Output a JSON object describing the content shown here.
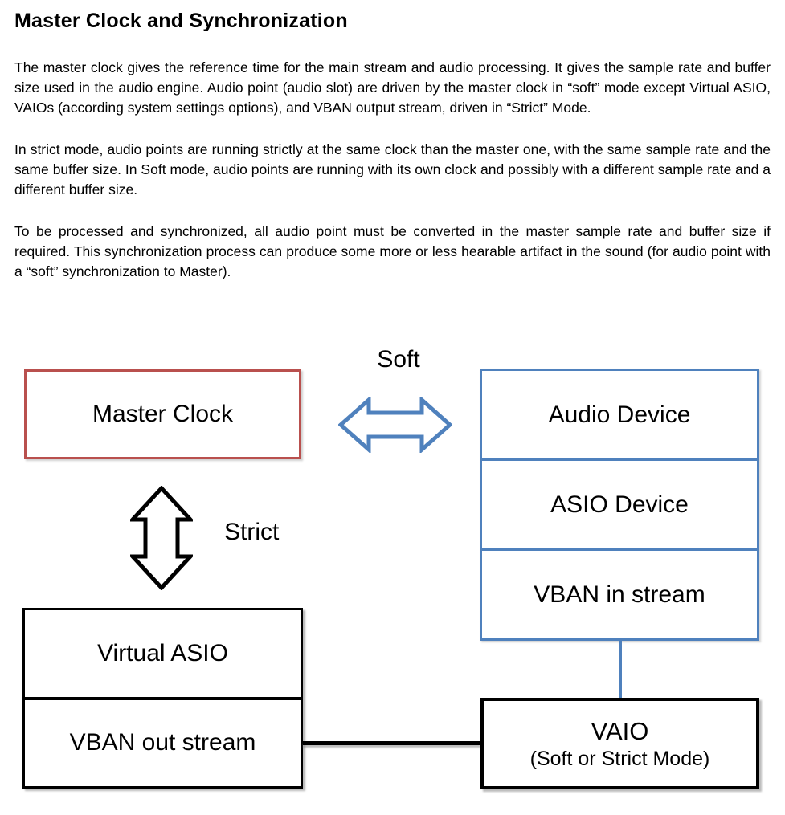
{
  "document": {
    "title": "Master Clock and Synchronization",
    "paragraphs": [
      "The master clock gives the reference time for the main stream and audio processing. It gives the sample rate and buffer size used in the audio engine. Audio point (audio slot) are driven by the master clock in “soft” mode except Virtual ASIO, VAIOs (according system settings options), and VBAN output stream, driven in “Strict” Mode.",
      "In strict mode, audio points are running strictly at the same clock than the master one, with the same sample rate and the same buffer size. In Soft mode, audio points are running with its own clock and possibly with a different sample rate and a different buffer size.",
      "To be processed and synchronized, all audio point must be converted in the master sample rate and buffer size if required. This synchronization process can produce some more or less hearable artifact in the sound (for audio point with a “soft” synchronization to Master)."
    ]
  },
  "diagram": {
    "master_clock_label": "Master Clock",
    "soft_label": "Soft",
    "strict_label": "Strict",
    "device_stack": [
      "Audio Device",
      "ASIO Device",
      "VBAN in stream"
    ],
    "output_stack": [
      "Virtual ASIO",
      "VBAN out stream"
    ],
    "vaio": {
      "title": "VAIO",
      "subtitle": "(Soft or Strict Mode)"
    },
    "colors": {
      "master_clock_border": "#b9504e",
      "device_stack_border": "#4f81bd",
      "output_stack_border": "#000000",
      "soft_arrow": "#4f81bd",
      "strict_arrow": "#000000"
    }
  }
}
